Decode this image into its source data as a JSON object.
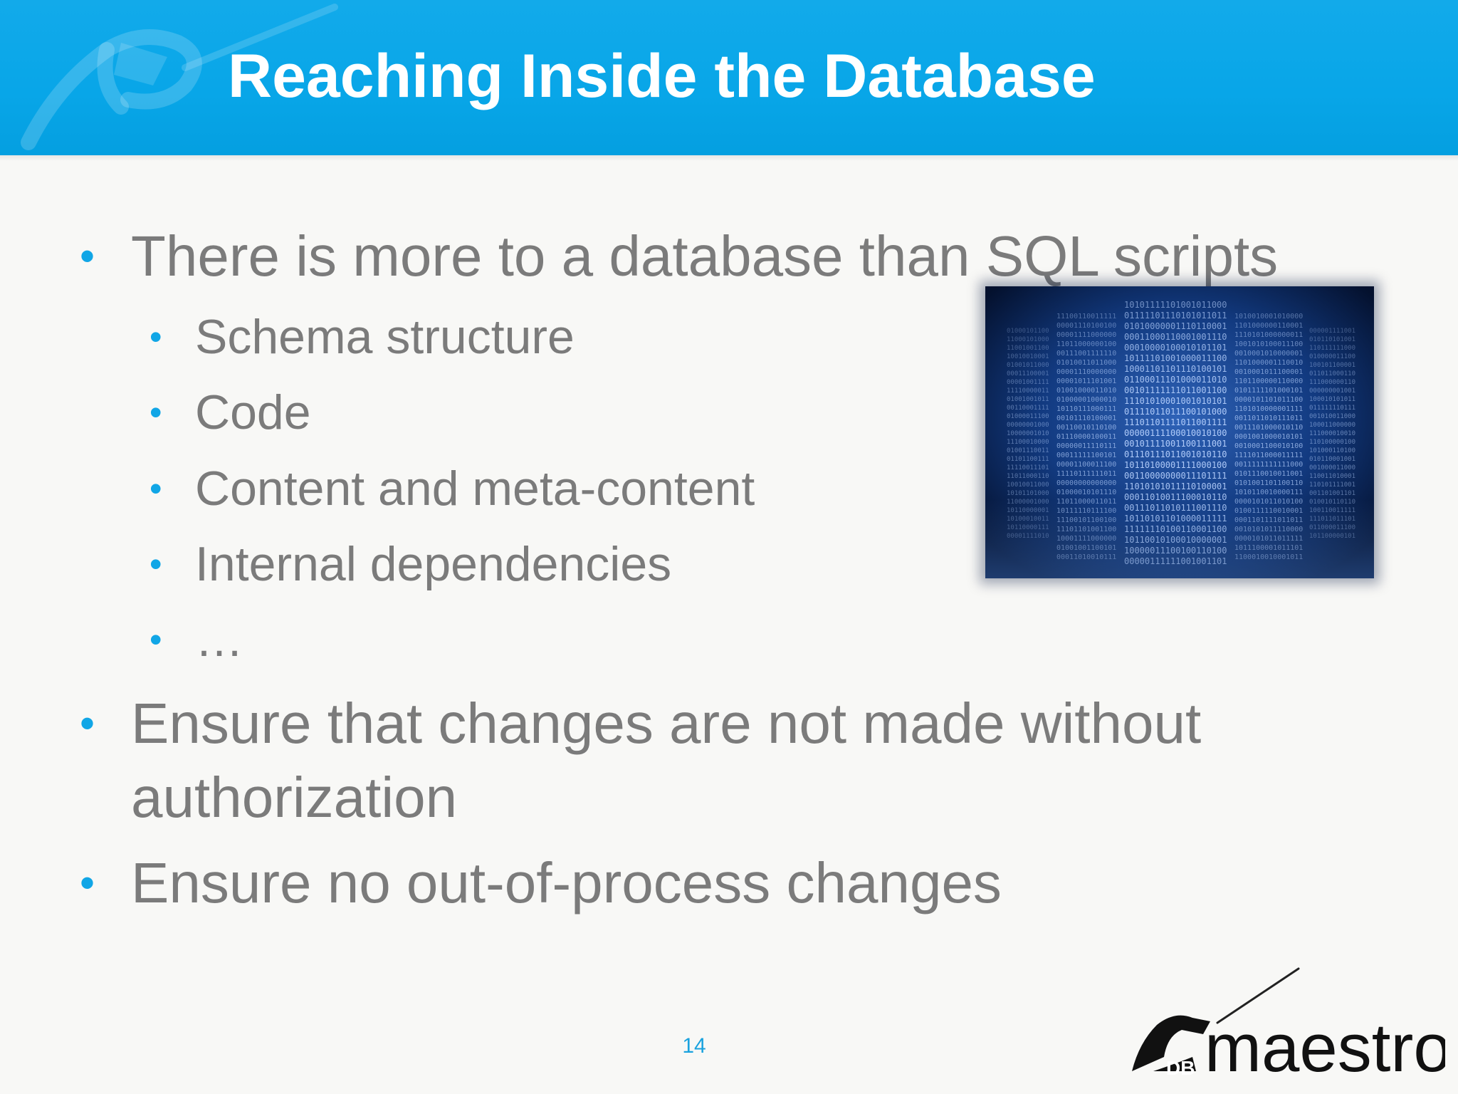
{
  "slide": {
    "title": "Reaching Inside the Database",
    "page_number": "14"
  },
  "bullets": [
    {
      "text": "There is more to a database than SQL scripts",
      "sub": [
        "Schema structure",
        "Code",
        "Content and meta-content",
        "Internal dependencies",
        "…"
      ]
    },
    {
      "text_line1": "Ensure that changes are not made without",
      "text_line2": "authorization"
    },
    {
      "text": "Ensure no out-of-process changes"
    }
  ],
  "bullet_glyph": "•",
  "logo": {
    "prefix": "DB",
    "name": "maestro"
  },
  "colors": {
    "header_blue": "#08a6e8",
    "bullet_blue": "#11a6e6",
    "body_text": "#7b7b7b",
    "page_number": "#1aa2de"
  },
  "icons": {
    "header_watermark": "hand-pen-icon",
    "content_image": "binary-database-image",
    "logo_mark": "maestro-logo"
  }
}
